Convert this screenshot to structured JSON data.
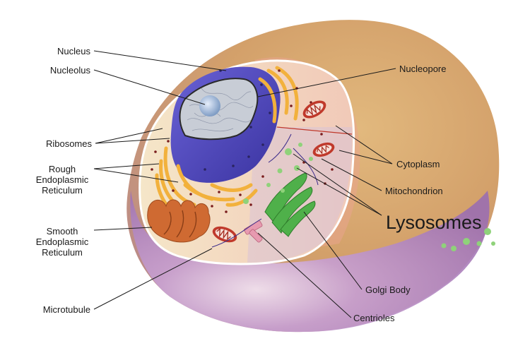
{
  "labels": {
    "nucleus": "Nucleus",
    "nucleolus": "Nucleolus",
    "ribosomes": "Ribosomes",
    "rough_er_1": "Rough",
    "rough_er_2": "Endoplasmic",
    "rough_er_3": "Reticulum",
    "smooth_er_1": "Smooth",
    "smooth_er_2": "Endoplasmic",
    "smooth_er_3": "Reticulum",
    "microtubule": "Microtubule",
    "nucleopore": "Nucleopore",
    "cytoplasm": "Cytoplasm",
    "mitochondrion": "Mitochondrion",
    "lysosomes": "Lysosomes",
    "golgi_body": "Golgi Body",
    "centrioles": "Centrioles"
  },
  "colors": {
    "cell_outer": "#d6a66a",
    "cell_lower": "#b07cba",
    "cytoplasm": "#f3d9c6",
    "nucleus": "#4b43b8",
    "nucleolus": "#9fb7d6",
    "rough_er": "#f2b13c",
    "smooth_er": "#cf6a32",
    "golgi": "#4fb04a",
    "lysosome": "#8fd27a",
    "mitochondrion": "#c0392b",
    "ribosome": "#7a1d1d",
    "centriole": "#e79ab0"
  }
}
